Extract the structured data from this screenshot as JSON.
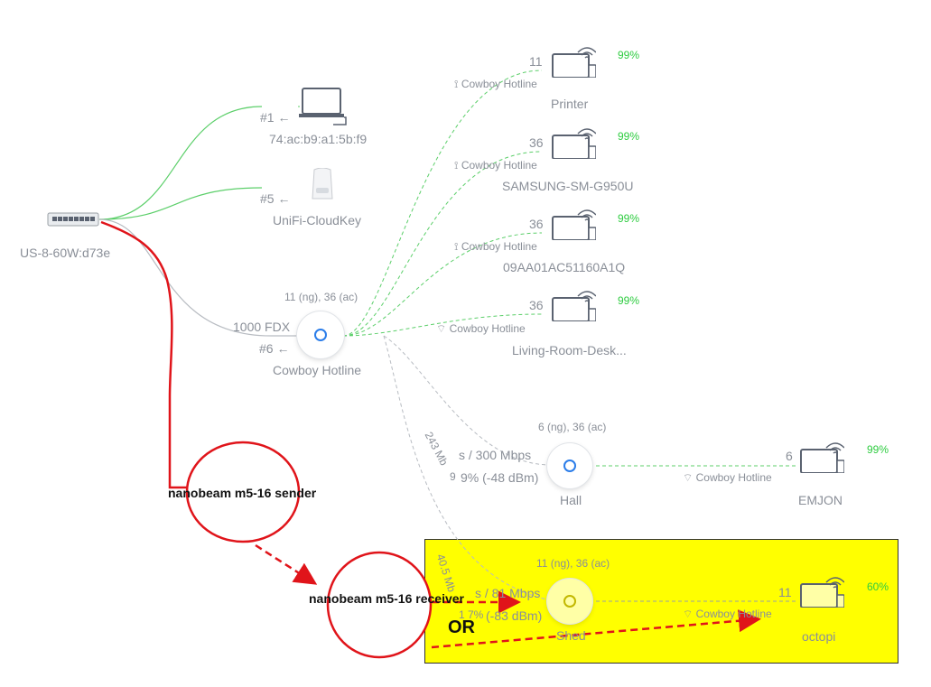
{
  "switch": {
    "name": "US-8-60W:d73e"
  },
  "wired_clients": [
    {
      "port": "#1",
      "name": "74:ac:b9:a1:5b:f9"
    },
    {
      "port": "#5",
      "name": "UniFi-CloudKey"
    }
  ],
  "main_ap": {
    "channels": "11 (ng), 36 (ac)",
    "link": "1000 FDX",
    "port": "#6",
    "name": "Cowboy Hotline"
  },
  "wireless_clients": [
    {
      "channel": "11",
      "ssid": "Cowboy Hotline",
      "name": "Printer",
      "signal": "99%"
    },
    {
      "channel": "36",
      "ssid": "Cowboy Hotline",
      "name": "SAMSUNG-SM-G950U",
      "signal": "99%"
    },
    {
      "channel": "36",
      "ssid": "Cowboy Hotline",
      "name": "09AA01AC51160A1Q",
      "signal": "99%"
    },
    {
      "channel": "36",
      "ssid": "Cowboy Hotline",
      "name": "Living-Room-Desk...",
      "signal": "99%"
    }
  ],
  "hall_ap": {
    "channels": "6 (ng), 36 (ac)",
    "rate_prefix": "243 Mb",
    "rate": "s / 300 Mbps",
    "signal_prefix": "9",
    "signal": "9% (-48 dBm)",
    "name": "Hall",
    "client": {
      "channel": "6",
      "ssid": "Cowboy Hotline",
      "name": "EMJON",
      "signal": "99%"
    }
  },
  "shed_ap": {
    "channels": "11 (ng), 36 (ac)",
    "rate_prefix": "40.5 Mb",
    "rate": "s / 81 Mbps",
    "signal_prefix": "1 7%",
    "signal": "(-83 dBm)",
    "name": "Shed",
    "client": {
      "channel": "11",
      "ssid": "Cowboy Hotline",
      "name": "octopi",
      "signal": "60%"
    }
  },
  "annotations": {
    "sender": "nanobeam m5-16 sender",
    "receiver": "nanobeam m5-16 receiver",
    "or": "OR"
  },
  "colors": {
    "wired": "#5ccf6a",
    "wireless": "#5ccf6a",
    "gray_link": "#b8bcc2",
    "signal_good": "#2ecc40",
    "annotation_red": "#e0141a",
    "highlight": "#ffff00"
  },
  "icons": {
    "laptop": "laptop-icon",
    "wifi": "wifi-icon",
    "switch": "switch-icon",
    "access_point": "access-point-icon",
    "cloudkey": "cloudkey-icon"
  }
}
